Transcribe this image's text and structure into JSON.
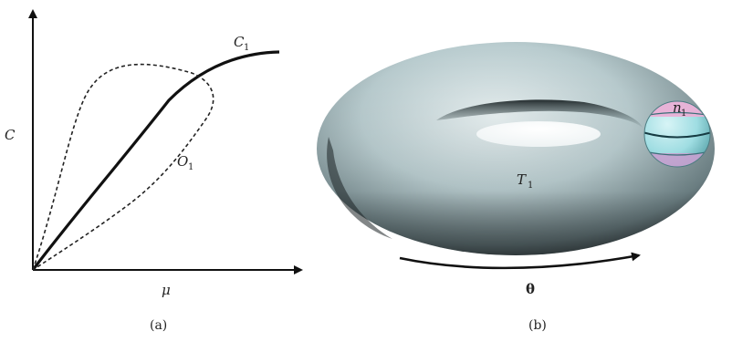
{
  "panel_a": {
    "y_axis_label": "C",
    "x_axis_label": "μ",
    "curve_solid": {
      "name": "C",
      "subscript": "1"
    },
    "curve_dashed": {
      "name": "O",
      "subscript": "1"
    },
    "caption": "(a)"
  },
  "panel_b": {
    "torus_label": {
      "name": "T",
      "subscript": "1"
    },
    "sphere_label": {
      "name": "n",
      "subscript": "1"
    },
    "angle_label": "θ",
    "caption": "(b)",
    "colors": {
      "torus": "#a9c2c6",
      "sphere_cyan": "#9fdde2",
      "sphere_pink": "#eab0d6"
    }
  }
}
